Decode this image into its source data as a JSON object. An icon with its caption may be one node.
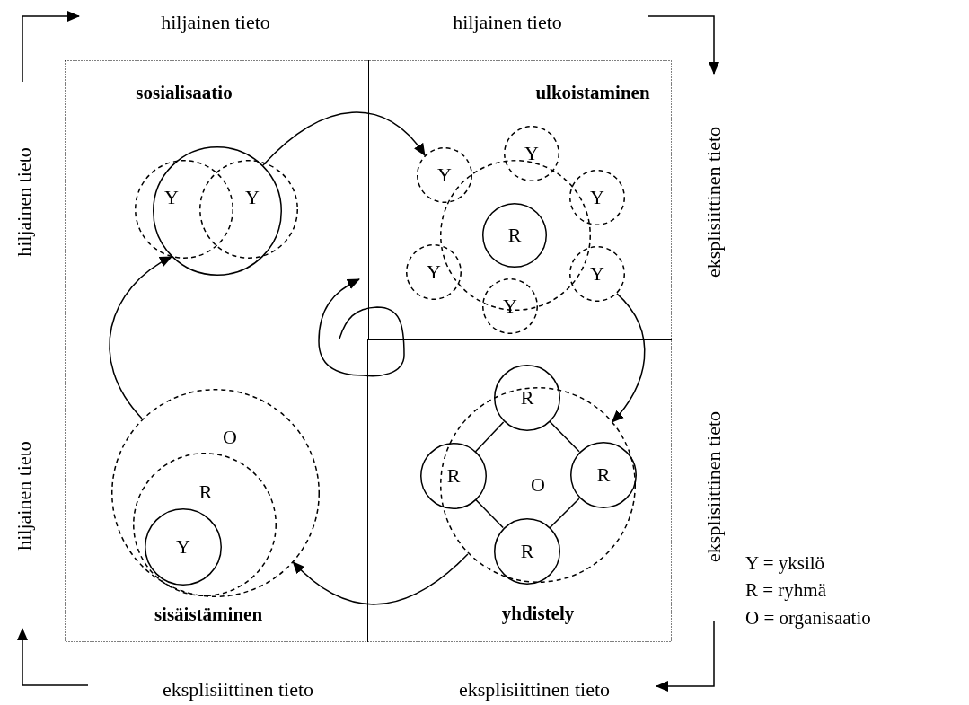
{
  "diagram": {
    "nodes": [
      {
        "text": [
          "sosialisaatio"
        ]
      },
      {
        "text": [],
        "shape": "circle",
        "in": 0
      },
      {
        "text": [
          "Y"
        ],
        "in": 0
      },
      {
        "text": [
          "Y"
        ],
        "in": 0
      },
      {
        "text": [
          "ulkoistaminen"
        ]
      },
      {
        "text": [],
        "shape": "circle",
        "in": 4
      },
      {
        "text": [
          "R"
        ],
        "in": 5
      },
      {
        "text": [
          "Y"
        ],
        "in": 4
      },
      {
        "text": [
          "Y"
        ],
        "in": 4
      },
      {
        "text": [
          "Y"
        ],
        "in": 4
      },
      {
        "text": [
          "Y"
        ],
        "in": 4
      },
      {
        "text": [
          "Y"
        ],
        "in": 4
      },
      {
        "text": [
          "Y"
        ],
        "in": 4
      },
      {
        "text": [
          "sisäistäminen"
        ]
      },
      {
        "text": [
          "O"
        ],
        "in": 13
      },
      {
        "text": [
          "R"
        ],
        "in": 14
      },
      {
        "text": [
          "Y"
        ],
        "in": 15
      },
      {
        "text": [
          "yhdistely"
        ]
      },
      {
        "text": [
          "O"
        ],
        "in": 17
      },
      {
        "text": [
          "R"
        ],
        "in": 17
      },
      {
        "text": [
          "R"
        ],
        "in": 17
      },
      {
        "text": [
          "R"
        ],
        "in": 18
      },
      {
        "text": [
          "R"
        ],
        "in": 18
      }
    ],
    "edges": [
      {
        "from": 1,
        "to": 8,
        "arrow": "to"
      },
      {
        "from": 11,
        "to": 18,
        "arrow": "to"
      },
      {
        "from": 18,
        "to": 14,
        "arrow": "to"
      },
      {
        "from": 14,
        "to": 1,
        "arrow": "to"
      },
      {
        "from": 19,
        "to": 20,
        "arrow": "none"
      },
      {
        "from": 19,
        "to": 21,
        "arrow": "none"
      },
      {
        "from": 21,
        "to": 22,
        "arrow": "none"
      },
      {
        "from": 20,
        "to": 22,
        "arrow": "none"
      }
    ],
    "labels": [
      "hiljainen tieto",
      "hiljainen tieto",
      "hiljainen tieto",
      "eksplisiittinen tieto",
      "hiljainen tieto",
      "eksplisiittinen tieto",
      "Y = yksilö",
      "R = ryhmä",
      "O = organisaatio",
      "eksplisiittinen tieto",
      "eksplisiittinen tieto"
    ]
  }
}
